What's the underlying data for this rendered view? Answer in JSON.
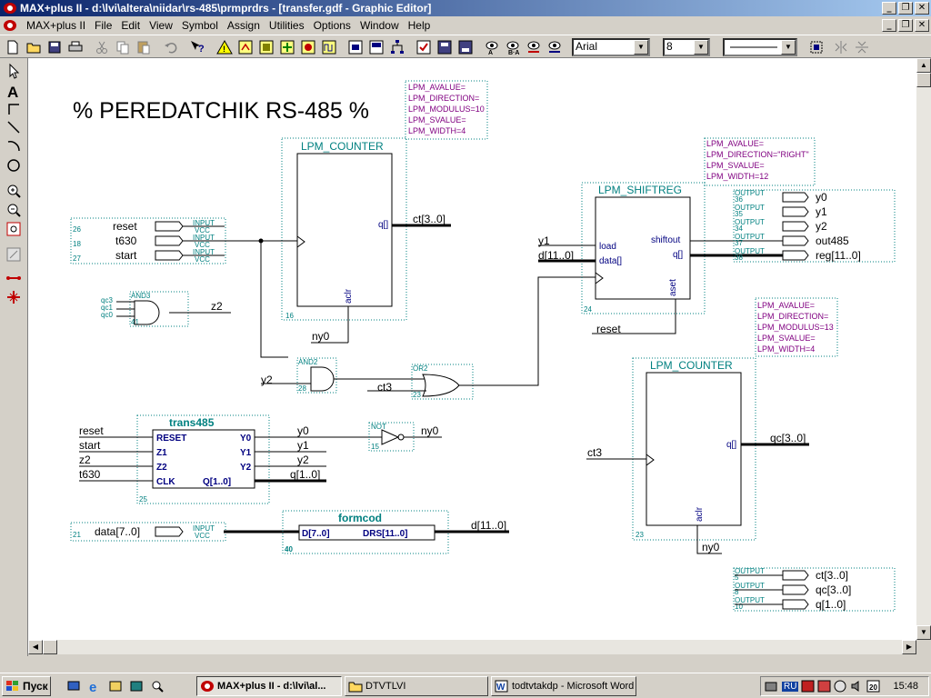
{
  "window": {
    "title": "MAX+plus II - d:\\lvi\\altera\\niidar\\rs-485\\prmprdrs - [transfer.gdf - Graphic Editor]",
    "min_label": "_",
    "max_label": "❐",
    "close_label": "✕"
  },
  "menu": [
    "MAX+plus II",
    "File",
    "Edit",
    "View",
    "Symbol",
    "Assign",
    "Utilities",
    "Options",
    "Window",
    "Help"
  ],
  "toolbar": {
    "font": "Arial",
    "size": "8"
  },
  "schematic": {
    "title": "% PEREDATCHIK RS-485 %",
    "params_top": [
      "LPM_AVALUE=",
      "LPM_DIRECTION=",
      "LPM_MODULUS=10",
      "LPM_SVALUE=",
      "LPM_WIDTH=4"
    ],
    "params_shift": [
      "LPM_AVALUE=",
      "LPM_DIRECTION=\"RIGHT\"",
      "LPM_SVALUE=",
      "LPM_WIDTH=12"
    ],
    "params_counter2": [
      "LPM_AVALUE=",
      "LPM_DIRECTION=",
      "LPM_MODULUS=13",
      "LPM_SVALUE=",
      "LPM_WIDTH=4"
    ],
    "counter1": {
      "title": "LPM_COUNTER",
      "q": "q[]",
      "aclr": "aclr",
      "num": "16",
      "out": "ct[3..0]",
      "aclr_net": "ny0"
    },
    "shiftreg": {
      "title": "LPM_SHIFTREG",
      "load": "load",
      "data": "data[]",
      "shiftout": "shiftout",
      "q": "q[]",
      "aset": "aset",
      "num": "24",
      "in_y1": "y1",
      "in_d": "d[11..0]",
      "reset": "reset"
    },
    "counter2": {
      "title": "LPM_COUNTER",
      "q": "q[]",
      "aclr": "aclr",
      "num": "23",
      "in": "ct3",
      "out": "qc[3..0]",
      "aclr_net": "ny0"
    },
    "inputs": [
      {
        "num": "26",
        "name": "reset",
        "tag": "INPUT",
        "vcc": "VCC"
      },
      {
        "num": "18",
        "name": "t630",
        "tag": "INPUT",
        "vcc": "VCC"
      },
      {
        "num": "27",
        "name": "start",
        "tag": "INPUT",
        "vcc": "VCC"
      }
    ],
    "data_input": {
      "num": "21",
      "name": "data[7..0]",
      "tag": "INPUT",
      "vcc": "VCC"
    },
    "and3": {
      "title": "AND3",
      "num": "41",
      "ins": [
        "qc3",
        "qc1",
        "qc0"
      ],
      "out": "z2"
    },
    "and2": {
      "title": "AND2",
      "num": "28",
      "in": "y2"
    },
    "or2": {
      "title": "OR2",
      "num": "23",
      "in": "ct3"
    },
    "not": {
      "title": "NOT",
      "num": "15",
      "out": "ny0"
    },
    "trans485": {
      "title": "trans485",
      "num": "25",
      "ins": [
        "RESET",
        "Z1",
        "Z2",
        "CLK"
      ],
      "outs": [
        "Y0",
        "Y1",
        "Y2",
        "Q[1..0]"
      ],
      "in_nets": [
        "reset",
        "start",
        "z2",
        "t630"
      ],
      "out_nets": [
        "y0",
        "y1",
        "y2",
        "q[1..0]"
      ]
    },
    "formcod": {
      "title": "formcod",
      "num": "40",
      "in": "D[7..0]",
      "out": "DRS[11..0]",
      "out_net": "d[11..0]"
    },
    "outputs_top": [
      {
        "num": "36",
        "tag": "OUTPUT",
        "name": "y0"
      },
      {
        "num": "35",
        "tag": "OUTPUT",
        "name": "y1"
      },
      {
        "num": "34",
        "tag": "OUTPUT",
        "name": "y2"
      },
      {
        "num": "37",
        "tag": "OUTPUT",
        "name": "out485"
      },
      {
        "num": "38",
        "tag": "OUTPUT",
        "name": "reg[11..0]"
      }
    ],
    "outputs_bottom": [
      {
        "num": "5",
        "tag": "OUTPUT",
        "name": "ct[3..0]"
      },
      {
        "num": "8",
        "tag": "OUTPUT",
        "name": "qc[3..0]"
      },
      {
        "num": "10",
        "tag": "OUTPUT",
        "name": "q[1..0]"
      }
    ]
  },
  "taskbar": {
    "start": "Пуск",
    "tasks": [
      "MAX+plus II - d:\\lvi\\al...",
      "DTVTLVI",
      "todtvtakdp - Microsoft Word"
    ],
    "lang": "RU",
    "clock": "15:48"
  }
}
